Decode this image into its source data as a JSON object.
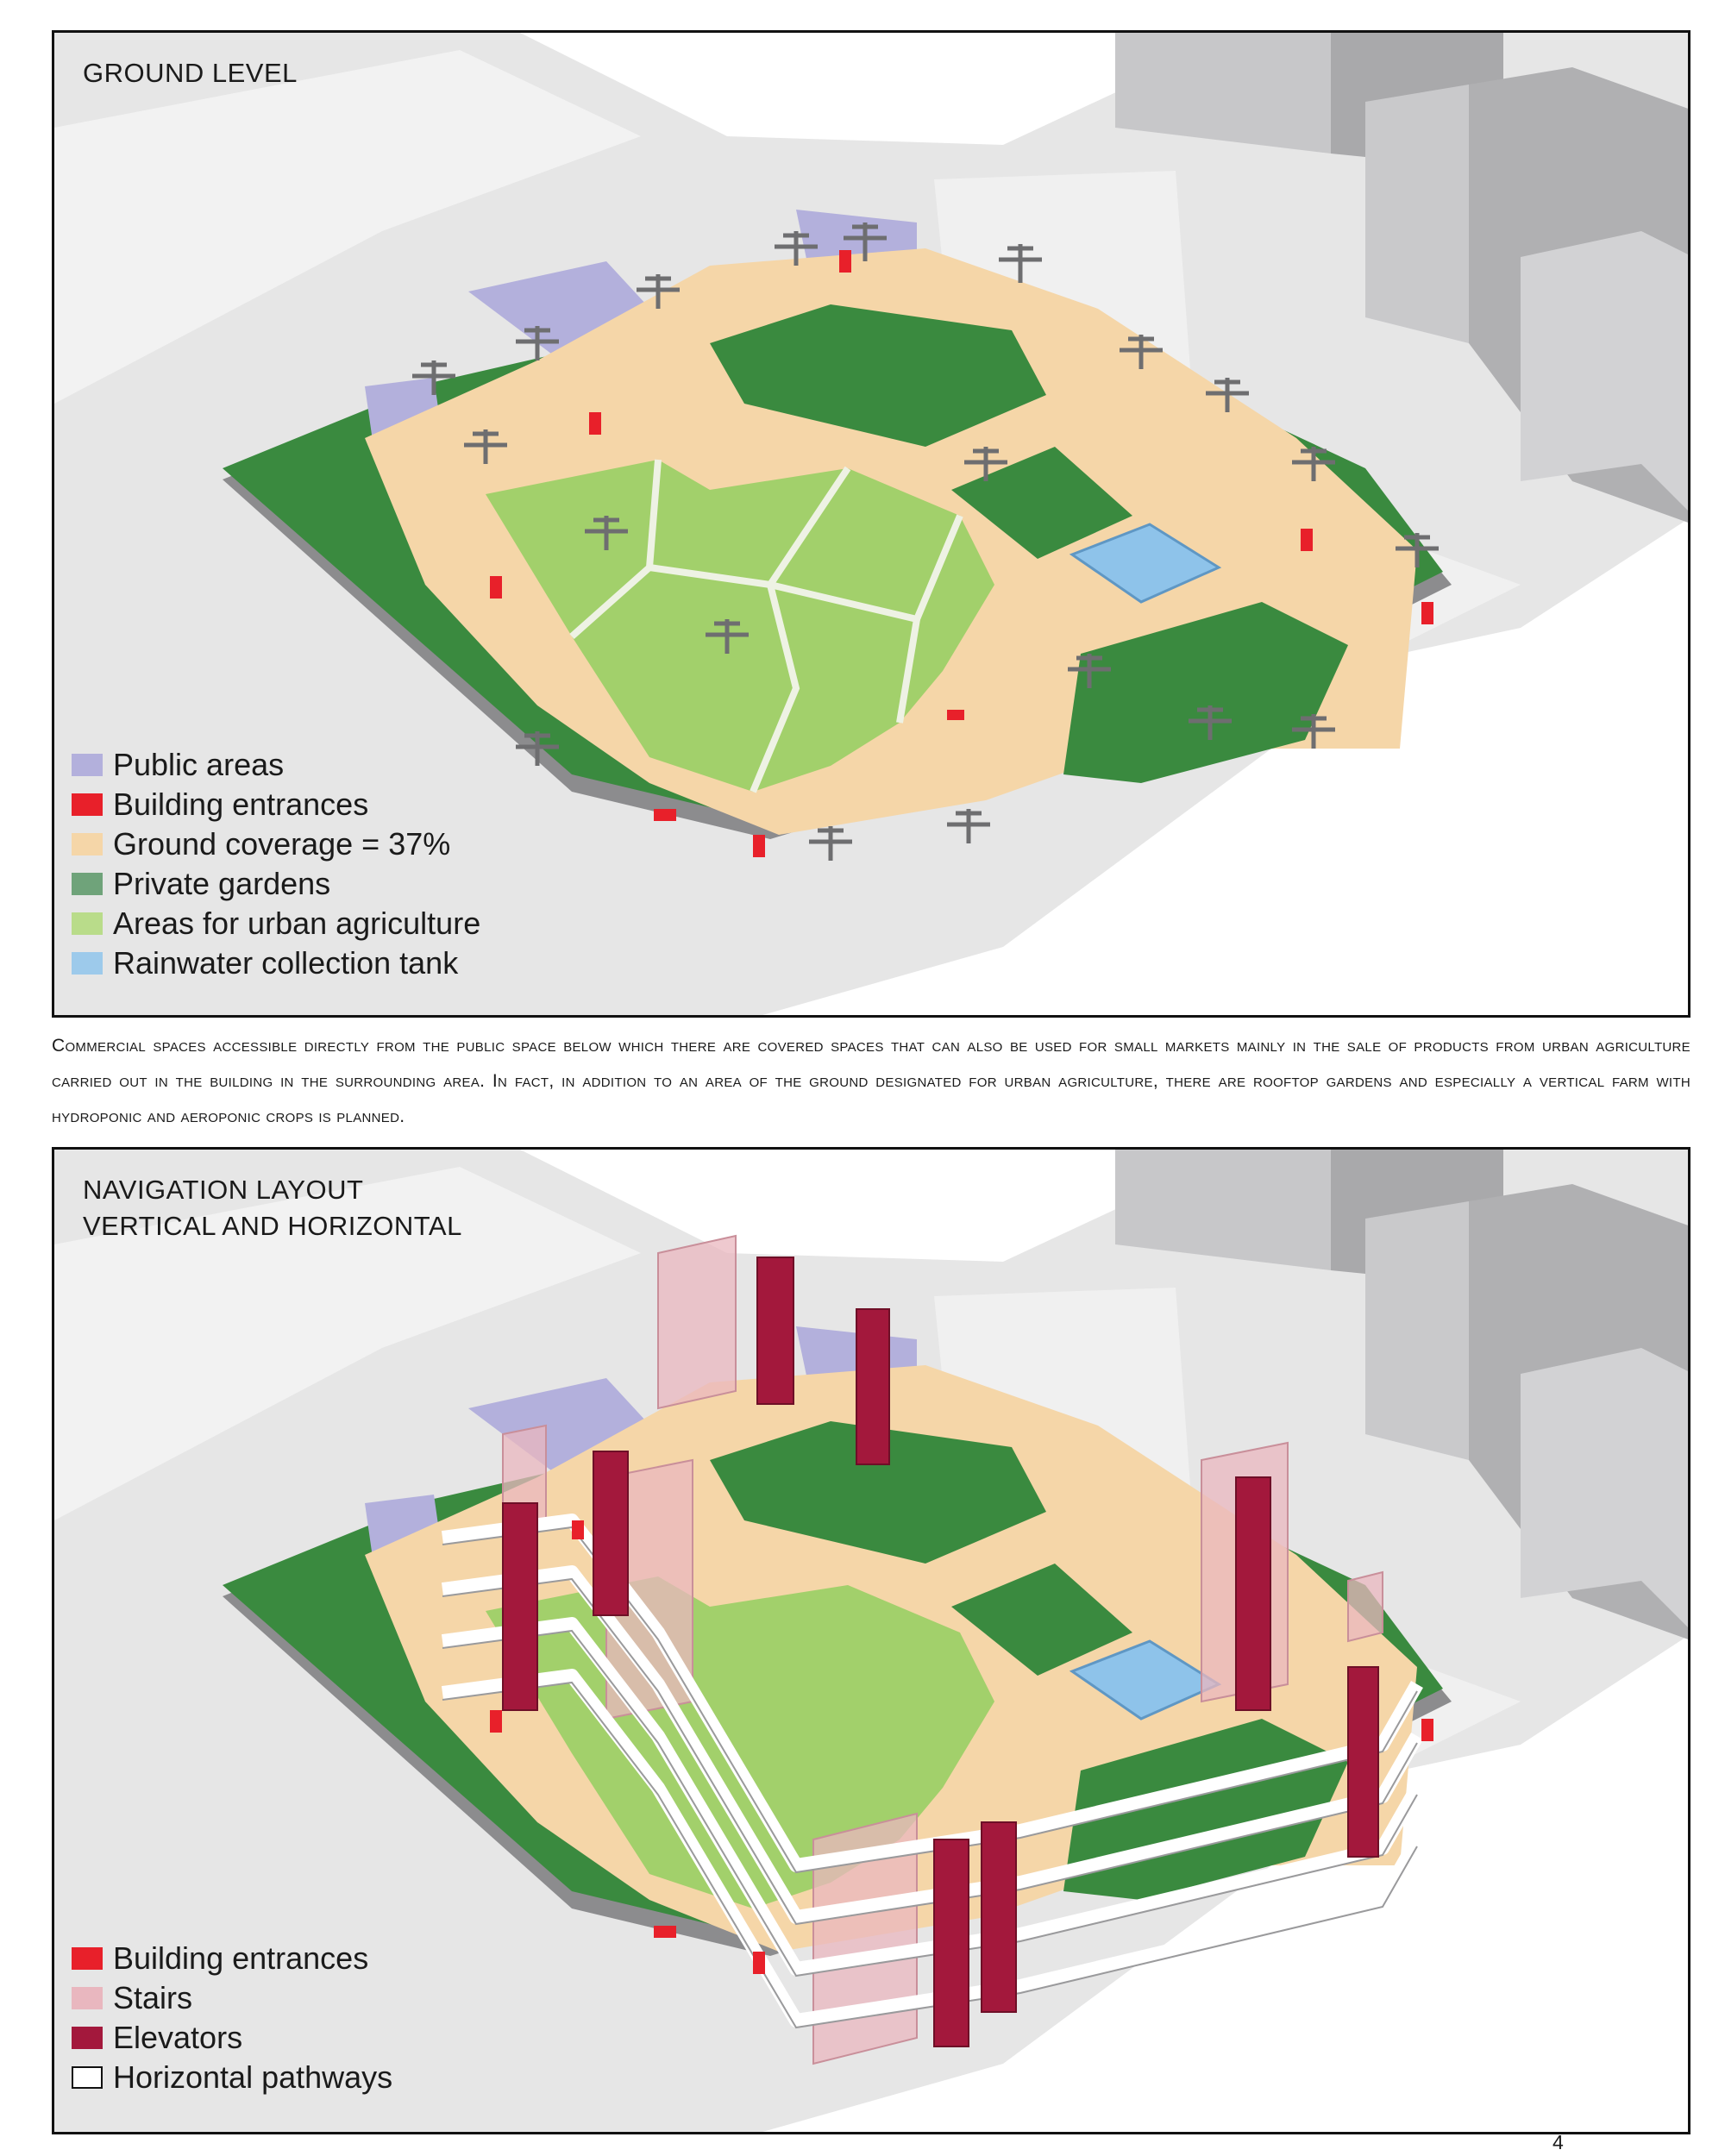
{
  "panels": {
    "ground_level": {
      "title": "GROUND LEVEL",
      "legend": [
        {
          "label": "Public areas",
          "color": "#b3b0dc"
        },
        {
          "label": "Building entrances",
          "color": "#e8202a"
        },
        {
          "label": "Ground coverage = 37%",
          "color": "#f5d6a8"
        },
        {
          "label": "Private gardens",
          "color": "#6fa37a"
        },
        {
          "label": "Areas for urban agriculture",
          "color": "#b9dc8a"
        },
        {
          "label": "Rainwater collection tank",
          "color": "#9dcaeb"
        }
      ]
    },
    "navigation": {
      "title_line1": "NAVIGATION LAYOUT",
      "title_line2": "VERTICAL AND HORIZONTAL",
      "legend": [
        {
          "label": "Building entrances",
          "color": "#e8202a"
        },
        {
          "label": "Stairs",
          "color": "#e9b7bf"
        },
        {
          "label": "Elevators",
          "color": "#a3183c"
        },
        {
          "label": "Horizontal pathways",
          "color": "#ffffff"
        }
      ]
    }
  },
  "caption": "Commercial spaces accessible directly from the public space below which there are covered spaces that can also be used for small markets mainly in the sale of products from urban agriculture carried out in the building in the surrounding area. In fact, in addition to an area of the ground designated for urban agriculture, there are rooftop gardens and especially a vertical farm with hydroponic and aeroponic crops is planned.",
  "page_number": "4",
  "colors": {
    "street": "#e6e6e6",
    "block": "#c7c7c9",
    "block_dark": "#a9a9ab",
    "private_garden": "#3a8a3f",
    "public_area": "#b3b0dc",
    "ground_coverage": "#f5d6a8",
    "agriculture": "#a2d06b",
    "tank": "#8ec3ea",
    "entrance": "#e8202a",
    "elevator": "#a3183c",
    "stairs": "#e9b7bf",
    "pathway": "#ffffff"
  }
}
